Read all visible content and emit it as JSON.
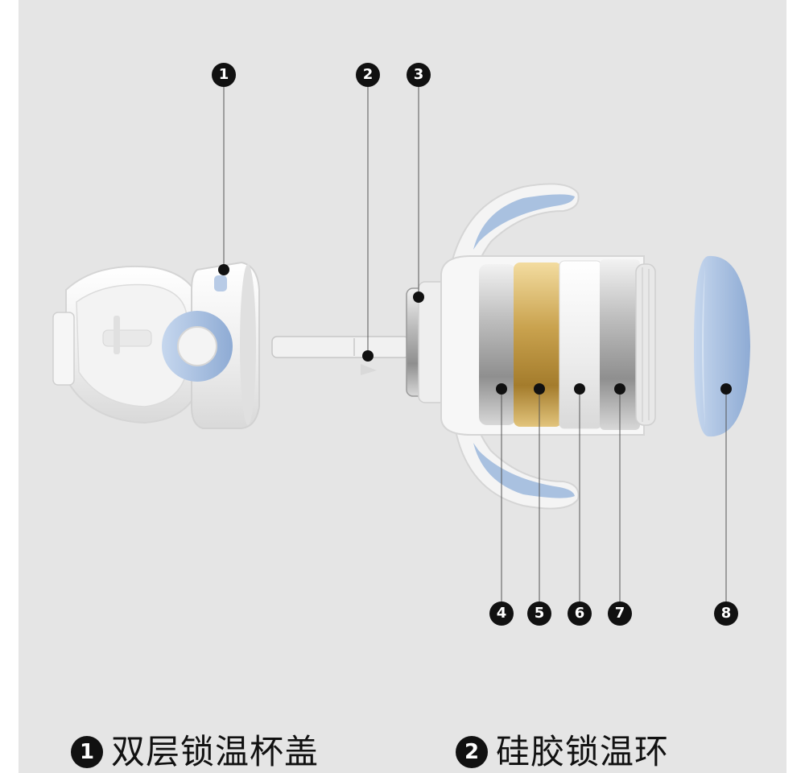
{
  "markers": [
    "1",
    "2",
    "3",
    "4",
    "5",
    "6",
    "7",
    "8"
  ],
  "captions": [
    {
      "num": "1",
      "text": "双层锁温杯盖"
    },
    {
      "num": "2",
      "text": "硅胶锁温环"
    }
  ],
  "colors": {
    "background": "#e5e5e5",
    "accent_blue": "#a9c1e0",
    "gold_band": "#c9a24e",
    "steel": "#bdbdbd",
    "marker": "#111111"
  }
}
